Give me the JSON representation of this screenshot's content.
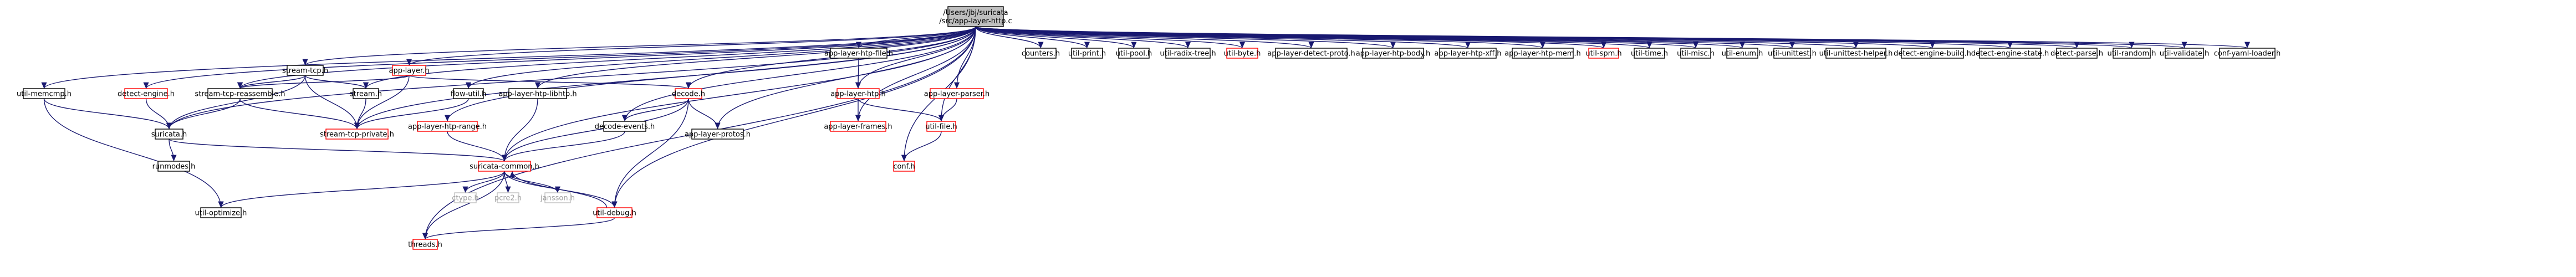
{
  "colors": {
    "edge": "#191970",
    "root_fill": "#bfbfbf",
    "node_fill": "#ffffff",
    "doc_border": "#000000",
    "missing_border": "#ff0000",
    "missing_header_border": "#bfbfbf",
    "text": "#000000",
    "missing_header_text": "#a0a0a0"
  },
  "nodes": {
    "root": {
      "lines": [
        "/Users/jbj/suricata",
        "/src/app-layer-http.c"
      ],
      "kind": "root"
    },
    "util_memcmp": {
      "lines": [
        "util-memcmp.h"
      ],
      "kind": "doc"
    },
    "detect_engine": {
      "lines": [
        "detect-engine.h"
      ],
      "kind": "missing"
    },
    "stream_tcp": {
      "lines": [
        "stream-tcp.h"
      ],
      "kind": "doc"
    },
    "stream_tcp_reassemble": {
      "lines": [
        "stream-tcp-reassemble.h"
      ],
      "kind": "doc"
    },
    "stream": {
      "lines": [
        "stream.h"
      ],
      "kind": "doc"
    },
    "app_layer": {
      "lines": [
        "app-layer.h"
      ],
      "kind": "missing"
    },
    "flow_util": {
      "lines": [
        "flow-util.h"
      ],
      "kind": "doc"
    },
    "app_layer_htp_range": {
      "lines": [
        "app-layer-htp-range.h"
      ],
      "kind": "missing"
    },
    "stream_tcp_private": {
      "lines": [
        "stream-tcp-private.h"
      ],
      "kind": "missing"
    },
    "suricata": {
      "lines": [
        "suricata.h"
      ],
      "kind": "doc"
    },
    "runmodes": {
      "lines": [
        "runmodes.h"
      ],
      "kind": "doc"
    },
    "app_layer_htp_libhtp": {
      "lines": [
        "app-layer-htp-libhtp.h"
      ],
      "kind": "doc"
    },
    "decode": {
      "lines": [
        "decode.h"
      ],
      "kind": "missing"
    },
    "decode_events": {
      "lines": [
        "decode-events.h"
      ],
      "kind": "doc"
    },
    "app_layer_protos": {
      "lines": [
        "app-layer-protos.h"
      ],
      "kind": "doc"
    },
    "suricata_common": {
      "lines": [
        "suricata-common.h"
      ],
      "kind": "missing"
    },
    "ctype": {
      "lines": [
        "ctype.h"
      ],
      "kind": "header"
    },
    "pcre2": {
      "lines": [
        "pcre2.h"
      ],
      "kind": "header"
    },
    "jansson": {
      "lines": [
        "jansson.h"
      ],
      "kind": "header"
    },
    "util_optimize": {
      "lines": [
        "util-optimize.h"
      ],
      "kind": "doc"
    },
    "util_debug": {
      "lines": [
        "util-debug.h"
      ],
      "kind": "missing"
    },
    "threads": {
      "lines": [
        "threads.h"
      ],
      "kind": "missing"
    },
    "app_layer_htp_file": {
      "lines": [
        "app-layer-htp-file.h"
      ],
      "kind": "doc"
    },
    "app_layer_htp": {
      "lines": [
        "app-layer-htp.h"
      ],
      "kind": "missing"
    },
    "app_layer_frames": {
      "lines": [
        "app-layer-frames.h"
      ],
      "kind": "missing"
    },
    "app_layer_parser": {
      "lines": [
        "app-layer-parser.h"
      ],
      "kind": "missing"
    },
    "util_file": {
      "lines": [
        "util-file.h"
      ],
      "kind": "missing"
    },
    "conf": {
      "lines": [
        "conf.h"
      ],
      "kind": "missing"
    },
    "counters": {
      "lines": [
        "counters.h"
      ],
      "kind": "doc"
    },
    "util_print": {
      "lines": [
        "util-print.h"
      ],
      "kind": "doc"
    },
    "util_pool": {
      "lines": [
        "util-pool.h"
      ],
      "kind": "doc"
    },
    "util_radix_tree": {
      "lines": [
        "util-radix-tree.h"
      ],
      "kind": "doc"
    },
    "util_byte": {
      "lines": [
        "util-byte.h"
      ],
      "kind": "missing"
    },
    "app_layer_detect_proto": {
      "lines": [
        "app-layer-detect-proto.h"
      ],
      "kind": "doc"
    },
    "app_layer_htp_body": {
      "lines": [
        "app-layer-htp-body.h"
      ],
      "kind": "doc"
    },
    "app_layer_htp_xff": {
      "lines": [
        "app-layer-htp-xff.h"
      ],
      "kind": "doc"
    },
    "app_layer_htp_mem": {
      "lines": [
        "app-layer-htp-mem.h"
      ],
      "kind": "doc"
    },
    "util_spm": {
      "lines": [
        "util-spm.h"
      ],
      "kind": "missing"
    },
    "util_time": {
      "lines": [
        "util-time.h"
      ],
      "kind": "doc"
    },
    "util_misc": {
      "lines": [
        "util-misc.h"
      ],
      "kind": "doc"
    },
    "util_enum": {
      "lines": [
        "util-enum.h"
      ],
      "kind": "doc"
    },
    "util_unittest": {
      "lines": [
        "util-unittest.h"
      ],
      "kind": "doc"
    },
    "util_unittest_helper": {
      "lines": [
        "util-unittest-helper.h"
      ],
      "kind": "doc"
    },
    "detect_engine_build": {
      "lines": [
        "detect-engine-build.h"
      ],
      "kind": "doc"
    },
    "detect_engine_state": {
      "lines": [
        "detect-engine-state.h"
      ],
      "kind": "doc"
    },
    "detect_parse": {
      "lines": [
        "detect-parse.h"
      ],
      "kind": "doc"
    },
    "util_random": {
      "lines": [
        "util-random.h"
      ],
      "kind": "doc"
    },
    "util_validate": {
      "lines": [
        "util-validate.h"
      ],
      "kind": "doc"
    },
    "conf_yaml_loader": {
      "lines": [
        "conf-yaml-loader.h"
      ],
      "kind": "doc"
    }
  },
  "edges": [
    [
      "root",
      "util_memcmp"
    ],
    [
      "root",
      "detect_engine"
    ],
    [
      "root",
      "stream_tcp"
    ],
    [
      "root",
      "stream_tcp_reassemble"
    ],
    [
      "root",
      "stream"
    ],
    [
      "root",
      "app_layer"
    ],
    [
      "root",
      "flow_util"
    ],
    [
      "root",
      "app_layer_htp_range"
    ],
    [
      "root",
      "stream_tcp_private"
    ],
    [
      "root",
      "suricata"
    ],
    [
      "root",
      "app_layer_htp_libhtp"
    ],
    [
      "root",
      "decode"
    ],
    [
      "root",
      "decode_events"
    ],
    [
      "root",
      "app_layer_protos"
    ],
    [
      "root",
      "suricata_common"
    ],
    [
      "root",
      "util_debug"
    ],
    [
      "root",
      "threads"
    ],
    [
      "root",
      "app_layer_htp_file"
    ],
    [
      "root",
      "app_layer_htp"
    ],
    [
      "root",
      "app_layer_frames"
    ],
    [
      "root",
      "app_layer_parser"
    ],
    [
      "root",
      "util_file"
    ],
    [
      "root",
      "conf"
    ],
    [
      "root",
      "counters"
    ],
    [
      "root",
      "util_print"
    ],
    [
      "root",
      "util_pool"
    ],
    [
      "root",
      "util_radix_tree"
    ],
    [
      "root",
      "util_byte"
    ],
    [
      "root",
      "app_layer_detect_proto"
    ],
    [
      "root",
      "app_layer_htp_body"
    ],
    [
      "root",
      "app_layer_htp_xff"
    ],
    [
      "root",
      "app_layer_htp_mem"
    ],
    [
      "root",
      "util_spm"
    ],
    [
      "root",
      "util_time"
    ],
    [
      "root",
      "util_misc"
    ],
    [
      "root",
      "util_enum"
    ],
    [
      "root",
      "util_unittest"
    ],
    [
      "root",
      "util_unittest_helper"
    ],
    [
      "root",
      "detect_engine_build"
    ],
    [
      "root",
      "detect_engine_state"
    ],
    [
      "root",
      "detect_parse"
    ],
    [
      "root",
      "util_random"
    ],
    [
      "root",
      "util_validate"
    ],
    [
      "root",
      "conf_yaml_loader"
    ],
    [
      "util_memcmp",
      "suricata"
    ],
    [
      "util_memcmp",
      "util_optimize"
    ],
    [
      "detect_engine",
      "suricata"
    ],
    [
      "stream_tcp",
      "stream_tcp_reassemble"
    ],
    [
      "stream_tcp",
      "stream"
    ],
    [
      "stream_tcp",
      "stream_tcp_private"
    ],
    [
      "stream_tcp",
      "suricata"
    ],
    [
      "stream_tcp_reassemble",
      "suricata"
    ],
    [
      "stream_tcp_reassemble",
      "stream_tcp_private"
    ],
    [
      "stream",
      "stream_tcp_private"
    ],
    [
      "app_layer",
      "stream_tcp_reassemble"
    ],
    [
      "app_layer",
      "stream_tcp_private"
    ],
    [
      "app_layer",
      "decode"
    ],
    [
      "flow_util",
      "stream_tcp_private"
    ],
    [
      "app_layer_htp_range",
      "suricata_common"
    ],
    [
      "suricata",
      "runmodes"
    ],
    [
      "suricata",
      "suricata_common"
    ],
    [
      "app_layer_htp_libhtp",
      "suricata_common"
    ],
    [
      "decode",
      "suricata_common"
    ],
    [
      "decode",
      "decode_events"
    ],
    [
      "decode",
      "app_layer_protos"
    ],
    [
      "decode",
      "util_debug"
    ],
    [
      "decode_events",
      "suricata_common"
    ],
    [
      "suricata_common",
      "ctype"
    ],
    [
      "suricata_common",
      "pcre2"
    ],
    [
      "suricata_common",
      "jansson"
    ],
    [
      "suricata_common",
      "util_optimize"
    ],
    [
      "suricata_common",
      "util_debug"
    ],
    [
      "suricata_common",
      "threads"
    ],
    [
      "util_debug",
      "suricata_common"
    ],
    [
      "util_debug",
      "threads"
    ],
    [
      "app_layer_htp_file",
      "app_layer_htp"
    ],
    [
      "app_layer_htp",
      "app_layer_frames"
    ],
    [
      "app_layer_htp",
      "util_file"
    ],
    [
      "app_layer_parser",
      "util_file"
    ],
    [
      "util_file",
      "conf"
    ]
  ]
}
